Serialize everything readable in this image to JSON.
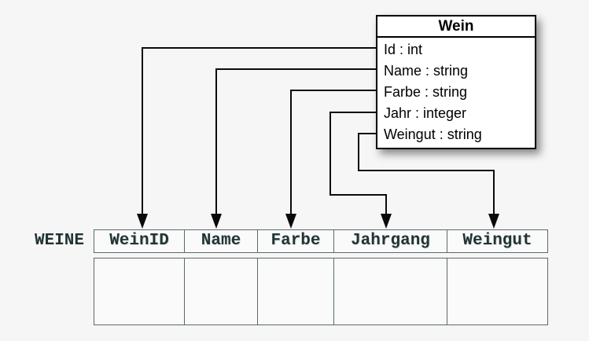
{
  "diagram": {
    "class_box": {
      "title": "Wein",
      "attributes": [
        "Id : int",
        "Name : string",
        "Farbe : string",
        "Jahr : integer",
        "Weingut : string"
      ]
    },
    "table": {
      "label": "WEINE",
      "columns": [
        "WeinID",
        "Name",
        "Farbe",
        "Jahrgang",
        "Weingut"
      ],
      "empty_body_rows": 1
    },
    "connectors": [
      {
        "from_attribute": "Id",
        "to_column": "WeinID"
      },
      {
        "from_attribute": "Name",
        "to_column": "Name"
      },
      {
        "from_attribute": "Farbe",
        "to_column": "Farbe"
      },
      {
        "from_attribute": "Jahr",
        "to_column": "Jahrgang"
      },
      {
        "from_attribute": "Weingut",
        "to_column": "Weingut"
      }
    ],
    "colors": {
      "background": "#f6f6f6",
      "class_box_fill": "#ffffff",
      "class_box_border": "#000000",
      "connector": "#0a0a0a",
      "table_border": "#5b6a6a",
      "table_text": "#213434",
      "table_cell_fill": "#fafafa"
    }
  }
}
